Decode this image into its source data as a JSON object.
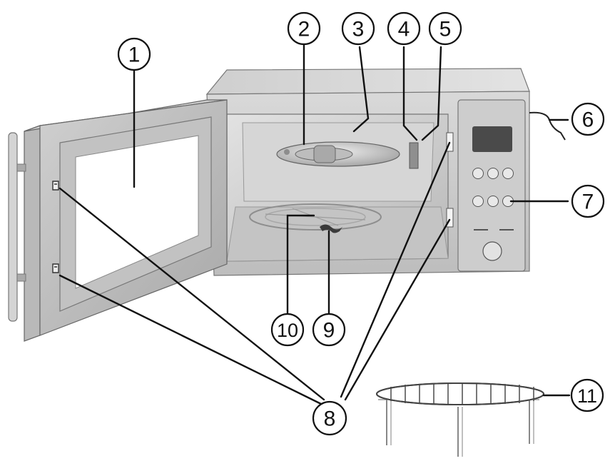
{
  "callouts": [
    {
      "id": "c1",
      "label": "1"
    },
    {
      "id": "c2",
      "label": "2"
    },
    {
      "id": "c3",
      "label": "3"
    },
    {
      "id": "c4",
      "label": "4"
    },
    {
      "id": "c5",
      "label": "5"
    },
    {
      "id": "c6",
      "label": "6"
    },
    {
      "id": "c7",
      "label": "7"
    },
    {
      "id": "c8",
      "label": "8"
    },
    {
      "id": "c9",
      "label": "9"
    },
    {
      "id": "c10",
      "label": "10"
    },
    {
      "id": "c11",
      "label": "11"
    }
  ],
  "colors": {
    "line": "#111111",
    "metal_light": "#e6e6e6",
    "metal_mid": "#c9c9c9",
    "metal_dark": "#9a9a9a",
    "display": "#4a4a4a"
  }
}
